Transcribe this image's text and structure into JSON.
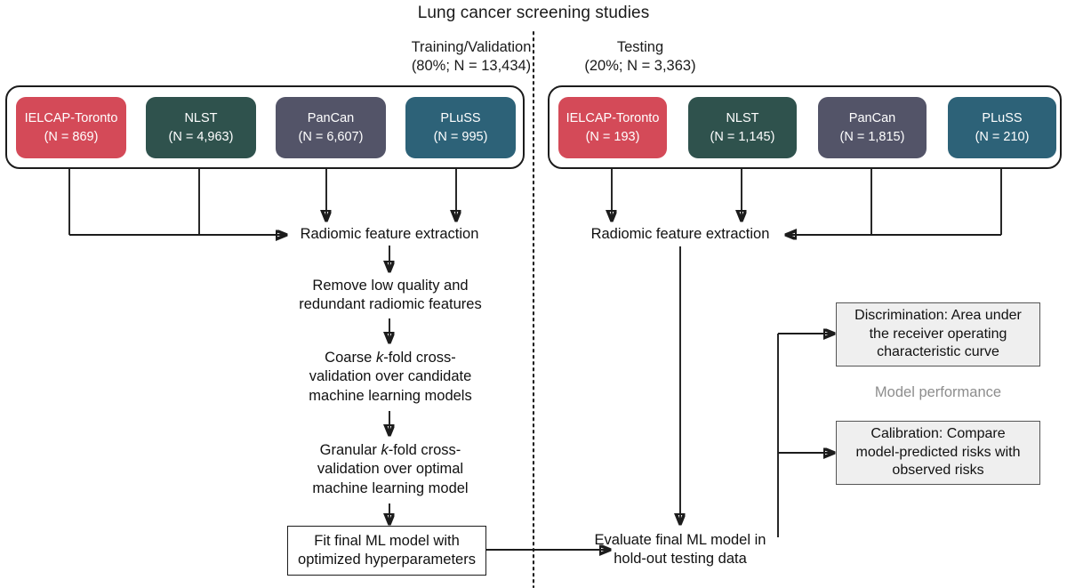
{
  "figure": {
    "title": "Lung cancer screening studies",
    "divider": "vertical-dashed-split"
  },
  "splits": [
    {
      "id": "training",
      "name": "Training/Validation",
      "detail": "(80%; N = 13,434)",
      "percent": 80,
      "n": 13434
    },
    {
      "id": "testing",
      "name": "Testing",
      "detail": "(20%; N = 3,363)",
      "percent": 20,
      "n": 3363
    }
  ],
  "cohorts": {
    "training": [
      {
        "study": "IELCAP-Toronto",
        "n_label": "(N = 869)",
        "n": 869,
        "color": "#d44a58"
      },
      {
        "study": "NLST",
        "n_label": "(N = 4,963)",
        "n": 4963,
        "color": "#2f524d"
      },
      {
        "study": "PanCan",
        "n_label": "(N = 6,607)",
        "n": 6607,
        "color": "#535468"
      },
      {
        "study": "PLuSS",
        "n_label": "(N = 995)",
        "n": 995,
        "color": "#2d6278"
      }
    ],
    "testing": [
      {
        "study": "IELCAP-Toronto",
        "n_label": "(N = 193)",
        "n": 193,
        "color": "#d44a58"
      },
      {
        "study": "NLST",
        "n_label": "(N = 1,145)",
        "n": 1145,
        "color": "#2f524d"
      },
      {
        "study": "PanCan",
        "n_label": "(N = 1,815)",
        "n": 1815,
        "color": "#535468"
      },
      {
        "study": "PLuSS",
        "n_label": "(N = 210)",
        "n": 210,
        "color": "#2d6278"
      }
    ]
  },
  "training_pipeline": {
    "extraction": "Radiomic feature extraction",
    "remove_line1": "Remove low quality and",
    "remove_line2": "redundant radiomic features",
    "coarse_line1_a": "Coarse ",
    "coarse_line1_k": "k",
    "coarse_line1_b": "-fold cross-",
    "coarse_line2": "validation over candidate",
    "coarse_line3": "machine learning models",
    "granular_line1_a": "Granular ",
    "granular_line1_k": "k",
    "granular_line1_b": "-fold cross-",
    "granular_line2": "validation over optimal",
    "granular_line3": "machine learning model",
    "fit_line1": "Fit final ML model with",
    "fit_line2": "optimized hyperparameters"
  },
  "testing_pipeline": {
    "extraction": "Radiomic feature extraction",
    "evaluate_line1": "Evaluate final ML model in",
    "evaluate_line2": "hold-out testing data"
  },
  "performance": {
    "group_label": "Model performance",
    "discrimination": {
      "line1": "Discrimination: Area under",
      "line2": "the receiver operating",
      "line3": "characteristic curve"
    },
    "calibration": {
      "line1": "Calibration: Compare",
      "line2": "model-predicted risks with",
      "line3": "observed risks"
    }
  },
  "colors": {
    "ielcap": "#d44a58",
    "nlst": "#2f524d",
    "pancan": "#535468",
    "pluss": "#2d6278",
    "stroke": "#1c1c1c",
    "muted_text": "#8d8d8d",
    "box_fill_gray": "#efefef"
  }
}
